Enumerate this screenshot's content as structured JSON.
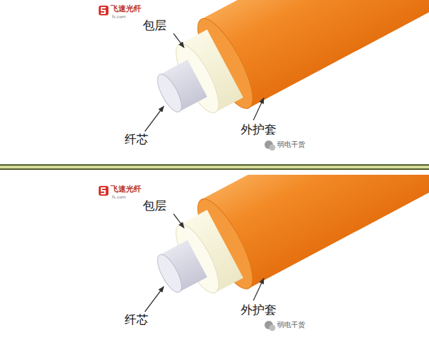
{
  "diagram": {
    "labels": [
      "飞速光纤",
      "fs.com",
      "包层",
      "纤芯",
      "外护套",
      "弱电干货",
      "飞速光纤",
      "fs.com",
      "包层",
      "纤芯",
      "外护套",
      "弱电干货"
    ]
  }
}
